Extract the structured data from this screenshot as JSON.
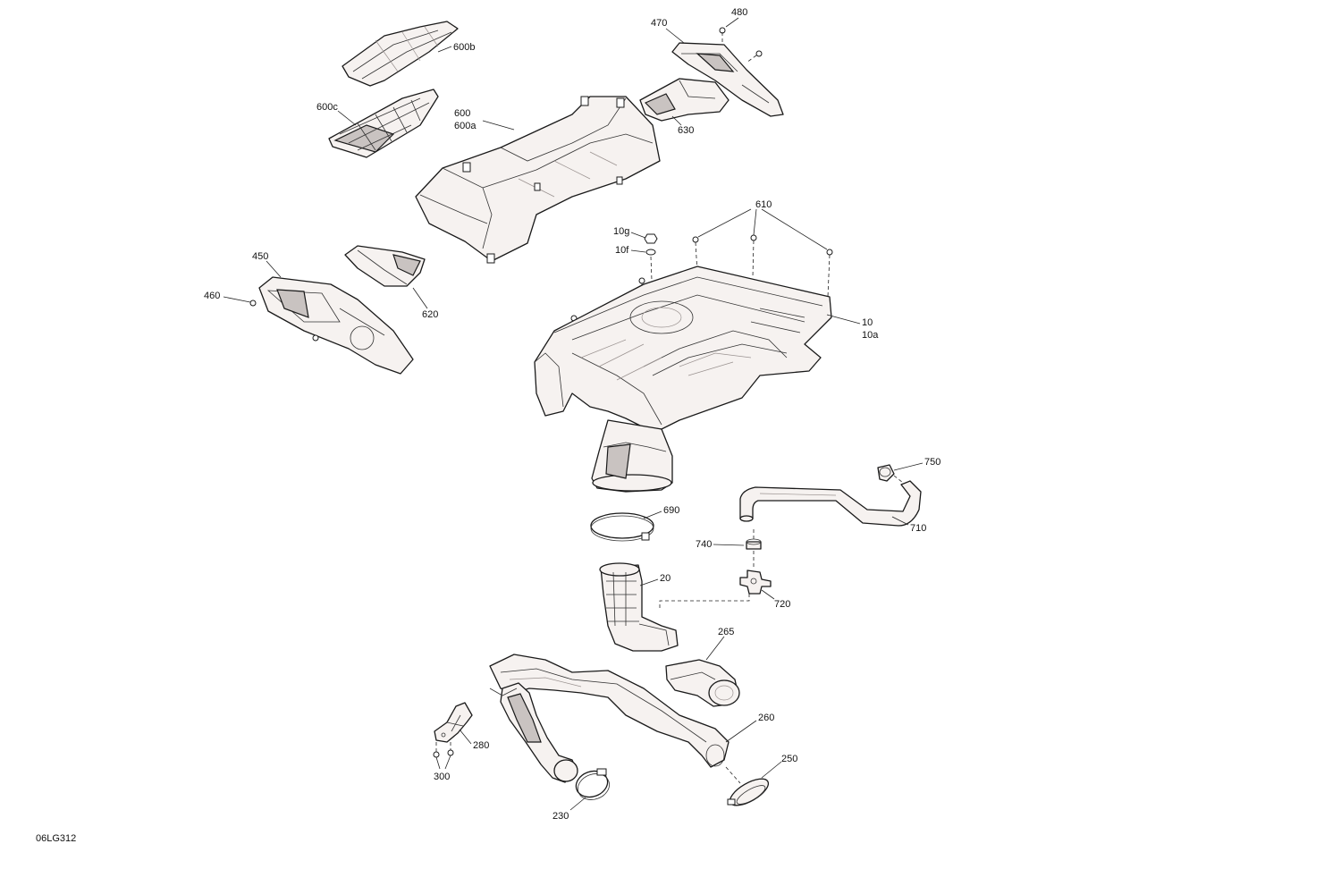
{
  "drawing_id": "06LG312",
  "callouts": {
    "p480": "480",
    "p470": "470",
    "p600b": "600b",
    "p600c": "600c",
    "p600": "600",
    "p600a": "600a",
    "p630": "630",
    "p610": "610",
    "p10g": "10g",
    "p10f": "10f",
    "p450": "450",
    "p460": "460",
    "p620": "620",
    "p10": "10",
    "p10a": "10a",
    "p750": "750",
    "p710": "710",
    "p690": "690",
    "p740": "740",
    "p20": "20",
    "p720": "720",
    "p265": "265",
    "p260": "260",
    "p280": "280",
    "p300": "300",
    "p250": "250",
    "p230": "230"
  },
  "colors": {
    "part_fill": "#f6f2f0",
    "line": "#1a1a1a",
    "background": "#ffffff"
  }
}
